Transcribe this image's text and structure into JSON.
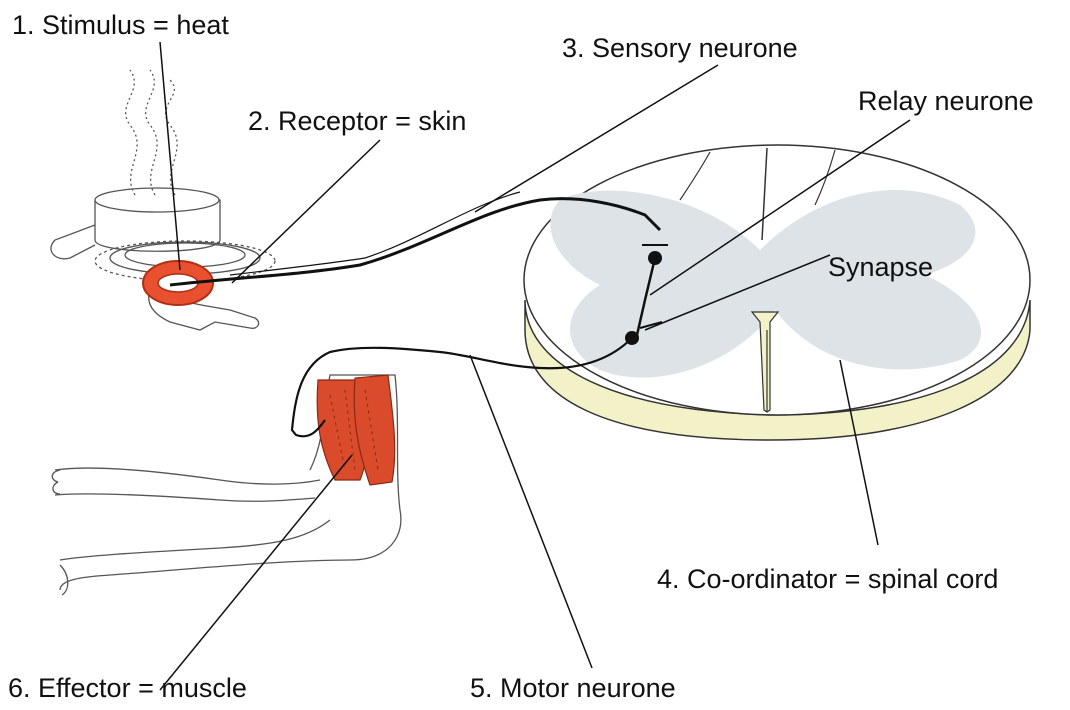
{
  "labels": {
    "stimulus": "1.  Stimulus = heat",
    "receptor": "2. Receptor = skin",
    "sensory_neurone": "3. Sensory neurone",
    "relay_neurone": "Relay neurone",
    "synapse": "Synapse",
    "coordinator": "4. Co-ordinator = spinal cord",
    "motor_neurone": "5. Motor neurone",
    "effector": "6. Effector = muscle"
  },
  "colors": {
    "grey_matter": "#dde3e6",
    "cord_side": "#f2f1c8",
    "muscle": "#d94b2a",
    "heat_glow": "#e8502f",
    "line": "#111111"
  },
  "icons": {
    "pan": "saucepan-icon",
    "hand": "hand-icon",
    "arm": "arm-icon",
    "spinal_cord": "spinal-cord-icon"
  }
}
